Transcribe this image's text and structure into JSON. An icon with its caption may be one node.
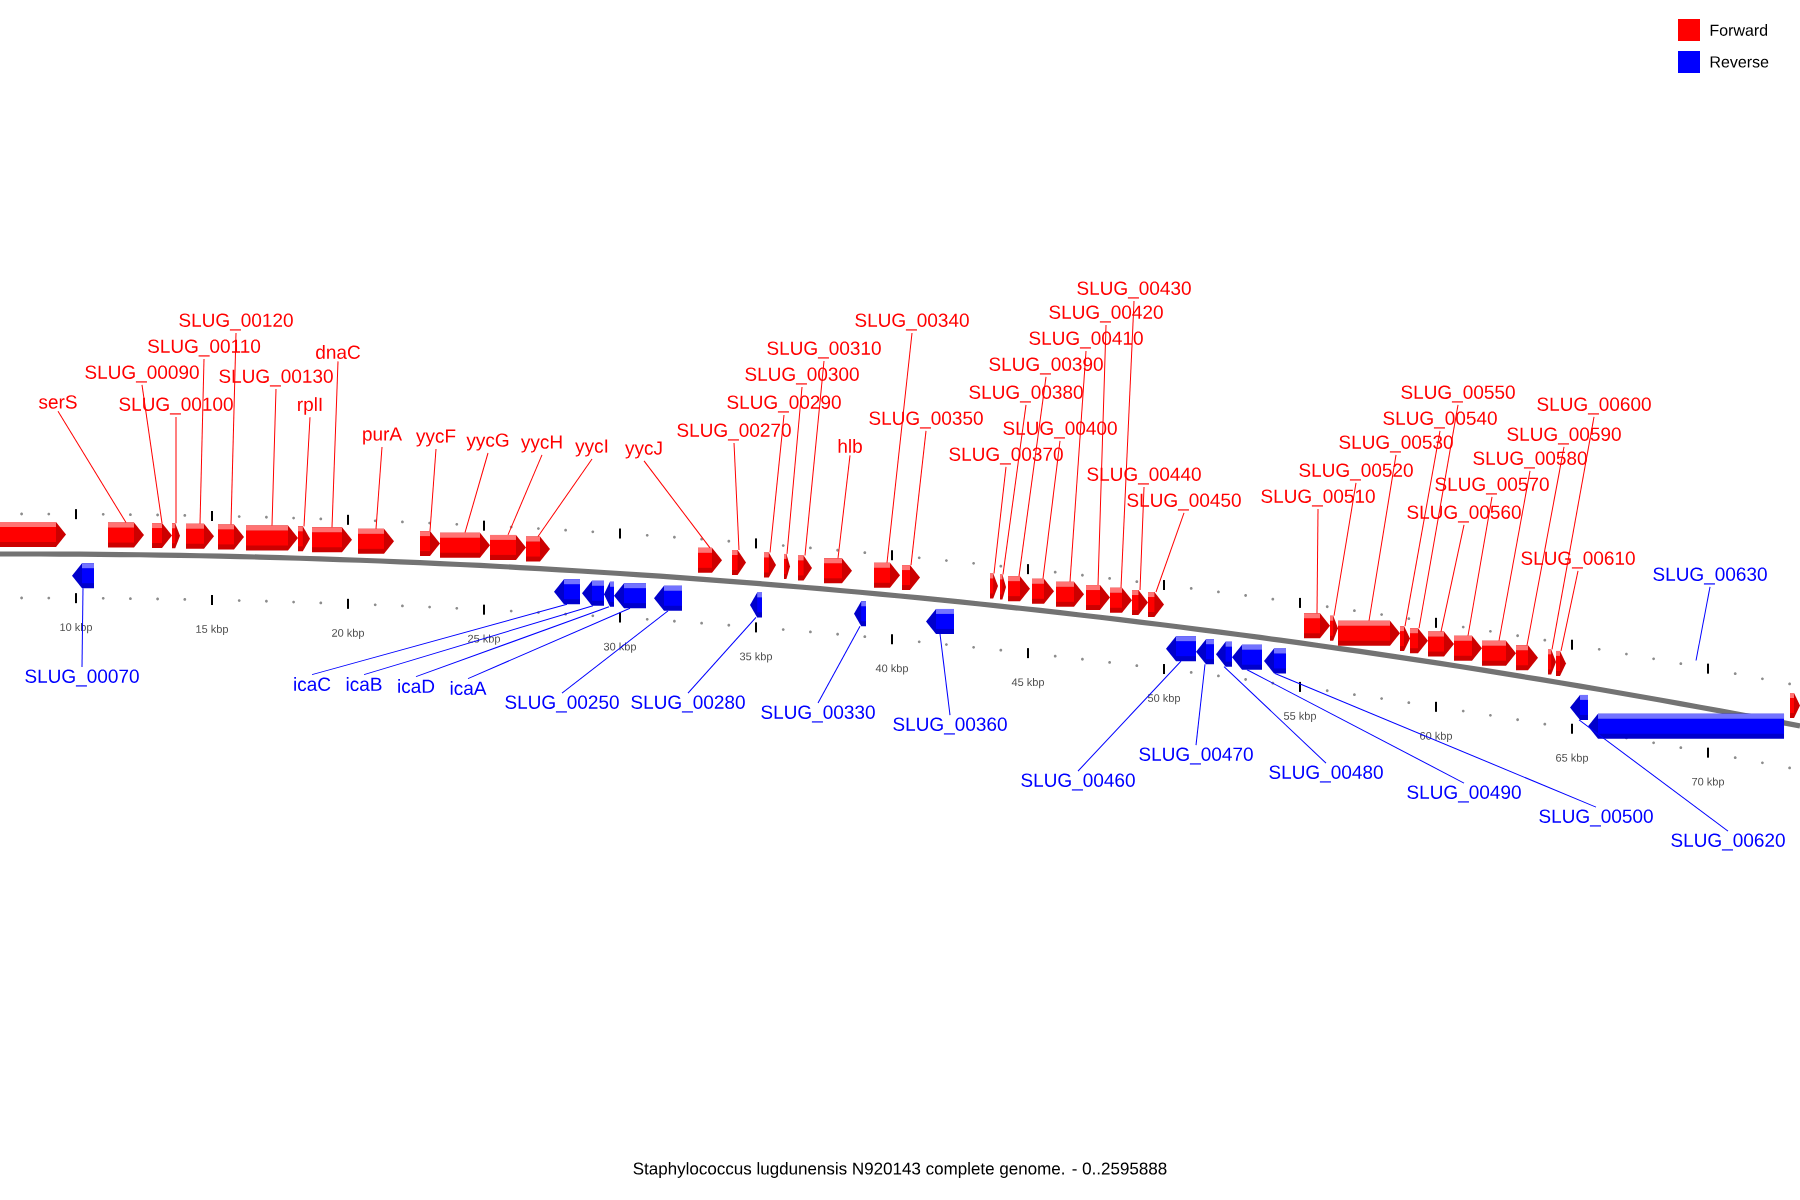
{
  "diagram": {
    "caption": "Staphylococcus lugdunensis N920143 complete genome. - 0..2595888",
    "nodes": [
      {
        "text": [
          "serS"
        ]
      },
      {
        "text": [
          "SLUG_00090"
        ]
      },
      {
        "text": [
          "SLUG_00100"
        ]
      },
      {
        "text": [
          "SLUG_00110"
        ]
      },
      {
        "text": [
          "SLUG_00120"
        ]
      },
      {
        "text": [
          "SLUG_00130"
        ]
      },
      {
        "text": [
          "rplI"
        ]
      },
      {
        "text": [
          "dnaC"
        ]
      },
      {
        "text": [
          "purA"
        ]
      },
      {
        "text": [
          "yycF"
        ]
      },
      {
        "text": [
          "yycG"
        ]
      },
      {
        "text": [
          "yycH"
        ]
      },
      {
        "text": [
          "yycI"
        ]
      },
      {
        "text": [
          "yycJ"
        ]
      },
      {
        "text": [
          "SLUG_00270"
        ]
      },
      {
        "text": [
          "SLUG_00290"
        ]
      },
      {
        "text": [
          "SLUG_00300"
        ]
      },
      {
        "text": [
          "SLUG_00310"
        ]
      },
      {
        "text": [
          "hlb"
        ]
      },
      {
        "text": [
          "SLUG_00340"
        ]
      },
      {
        "text": [
          "SLUG_00350"
        ]
      },
      {
        "text": [
          "SLUG_00370"
        ]
      },
      {
        "text": [
          "SLUG_00380"
        ]
      },
      {
        "text": [
          "SLUG_00390"
        ]
      },
      {
        "text": [
          "SLUG_00400"
        ]
      },
      {
        "text": [
          "SLUG_00410"
        ]
      },
      {
        "text": [
          "SLUG_00420"
        ]
      },
      {
        "text": [
          "SLUG_00430"
        ]
      },
      {
        "text": [
          "SLUG_00440"
        ]
      },
      {
        "text": [
          "SLUG_00450"
        ]
      },
      {
        "text": [
          "SLUG_00510"
        ]
      },
      {
        "text": [
          "SLUG_00520"
        ]
      },
      {
        "text": [
          "SLUG_00530"
        ]
      },
      {
        "text": [
          "SLUG_00540"
        ]
      },
      {
        "text": [
          "SLUG_00550"
        ]
      },
      {
        "text": [
          "SLUG_00560"
        ]
      },
      {
        "text": [
          "SLUG_00570"
        ]
      },
      {
        "text": [
          "SLUG_00580"
        ]
      },
      {
        "text": [
          "SLUG_00590"
        ]
      },
      {
        "text": [
          "SLUG_00600"
        ]
      },
      {
        "text": [
          "SLUG_00610"
        ]
      },
      {
        "text": [
          "SLUG_00630"
        ]
      },
      {
        "text": [
          "SLUG_00070"
        ]
      },
      {
        "text": [
          "icaC"
        ]
      },
      {
        "text": [
          "icaB"
        ]
      },
      {
        "text": [
          "icaD"
        ]
      },
      {
        "text": [
          "icaA"
        ]
      },
      {
        "text": [
          "SLUG_00250"
        ]
      },
      {
        "text": [
          "SLUG_00280"
        ]
      },
      {
        "text": [
          "SLUG_00330"
        ]
      },
      {
        "text": [
          "SLUG_00360"
        ]
      },
      {
        "text": [
          "SLUG_00460"
        ]
      },
      {
        "text": [
          "SLUG_00470"
        ]
      },
      {
        "text": [
          "SLUG_00480"
        ]
      },
      {
        "text": [
          "SLUG_00490"
        ]
      },
      {
        "text": [
          "SLUG_00500"
        ]
      },
      {
        "text": [
          "SLUG_00620"
        ]
      },
      {
        "text": [],
        "shape": "arrow"
      },
      {
        "text": [],
        "shape": "arrow"
      },
      {
        "text": [],
        "shape": "arrow"
      },
      {
        "text": [],
        "shape": "arrow"
      },
      {
        "text": [],
        "shape": "arrow"
      },
      {
        "text": [],
        "shape": "arrow"
      },
      {
        "text": [],
        "shape": "arrow"
      },
      {
        "text": [],
        "shape": "arrow"
      },
      {
        "text": [],
        "shape": "arrow"
      },
      {
        "text": [],
        "shape": "arrow"
      },
      {
        "text": [],
        "shape": "arrow"
      },
      {
        "text": [],
        "shape": "arrow"
      },
      {
        "text": [],
        "shape": "arrow"
      },
      {
        "text": [],
        "shape": "arrow"
      },
      {
        "text": [],
        "shape": "arrow"
      },
      {
        "text": [],
        "shape": "arrow"
      },
      {
        "text": [],
        "shape": "arrow"
      },
      {
        "text": [],
        "shape": "arrow"
      },
      {
        "text": [],
        "shape": "arrow"
      },
      {
        "text": [],
        "shape": "arrow"
      },
      {
        "text": [],
        "shape": "arrow"
      },
      {
        "text": [],
        "shape": "arrow"
      },
      {
        "text": [],
        "shape": "arrow"
      },
      {
        "text": [],
        "shape": "arrow"
      },
      {
        "text": [],
        "shape": "arrow"
      },
      {
        "text": [],
        "shape": "arrow"
      },
      {
        "text": [],
        "shape": "arrow"
      },
      {
        "text": [],
        "shape": "arrow"
      },
      {
        "text": [],
        "shape": "arrow"
      },
      {
        "text": [],
        "shape": "arrow"
      },
      {
        "text": [],
        "shape": "arrow"
      },
      {
        "text": [],
        "shape": "arrow"
      },
      {
        "text": [],
        "shape": "arrow"
      },
      {
        "text": [],
        "shape": "arrow"
      },
      {
        "text": [],
        "shape": "arrow"
      },
      {
        "text": [],
        "shape": "arrow"
      },
      {
        "text": [],
        "shape": "arrow"
      },
      {
        "text": [],
        "shape": "arrow"
      },
      {
        "text": [],
        "shape": "arrow"
      },
      {
        "text": [],
        "shape": "arrow"
      },
      {
        "text": [],
        "shape": "arrow"
      },
      {
        "text": [],
        "shape": "arrow"
      },
      {
        "text": [],
        "shape": "arrow"
      },
      {
        "text": [],
        "shape": "arrow"
      },
      {
        "text": [],
        "shape": "arrow"
      },
      {
        "text": [],
        "shape": "arrow"
      },
      {
        "text": [],
        "shape": "arrow"
      },
      {
        "text": [],
        "shape": "arrow"
      },
      {
        "text": [],
        "shape": "arrow"
      },
      {
        "text": [],
        "shape": "arrow"
      },
      {
        "text": [],
        "shape": "arrow"
      },
      {
        "text": [],
        "shape": "arrow"
      },
      {
        "text": [],
        "shape": "arrow"
      },
      {
        "text": [],
        "shape": "arrow"
      },
      {
        "text": [],
        "shape": "arrow"
      },
      {
        "text": [],
        "shape": "arrow"
      },
      {
        "text": [],
        "shape": "arrow"
      },
      {
        "text": [],
        "shape": "arrow"
      },
      {
        "text": [],
        "shape": "arrow"
      }
    ],
    "edges": [
      {
        "from": 0,
        "to": 59,
        "arrow": "none"
      },
      {
        "from": 1,
        "to": 60,
        "arrow": "none"
      },
      {
        "from": 2,
        "to": 61,
        "arrow": "none"
      },
      {
        "from": 3,
        "to": 62,
        "arrow": "none"
      },
      {
        "from": 4,
        "to": 63,
        "arrow": "none"
      },
      {
        "from": 5,
        "to": 64,
        "arrow": "none"
      },
      {
        "from": 6,
        "to": 65,
        "arrow": "none"
      },
      {
        "from": 7,
        "to": 66,
        "arrow": "none"
      },
      {
        "from": 8,
        "to": 67,
        "arrow": "none"
      },
      {
        "from": 9,
        "to": 68,
        "arrow": "none"
      },
      {
        "from": 10,
        "to": 69,
        "arrow": "none"
      },
      {
        "from": 11,
        "to": 70,
        "arrow": "none"
      },
      {
        "from": 12,
        "to": 71,
        "arrow": "none"
      },
      {
        "from": 13,
        "to": 77,
        "arrow": "none"
      },
      {
        "from": 14,
        "to": 78,
        "arrow": "none"
      },
      {
        "from": 15,
        "to": 80,
        "arrow": "none"
      },
      {
        "from": 16,
        "to": 81,
        "arrow": "none"
      },
      {
        "from": 17,
        "to": 82,
        "arrow": "none"
      },
      {
        "from": 18,
        "to": 83,
        "arrow": "none"
      },
      {
        "from": 19,
        "to": 85,
        "arrow": "none"
      },
      {
        "from": 20,
        "to": 86,
        "arrow": "none"
      },
      {
        "from": 21,
        "to": 88,
        "arrow": "none"
      },
      {
        "from": 22,
        "to": 89,
        "arrow": "none"
      },
      {
        "from": 23,
        "to": 90,
        "arrow": "none"
      },
      {
        "from": 24,
        "to": 91,
        "arrow": "none"
      },
      {
        "from": 25,
        "to": 92,
        "arrow": "none"
      },
      {
        "from": 26,
        "to": 93,
        "arrow": "none"
      },
      {
        "from": 27,
        "to": 94,
        "arrow": "none"
      },
      {
        "from": 28,
        "to": 95,
        "arrow": "none"
      },
      {
        "from": 29,
        "to": 96,
        "arrow": "none"
      },
      {
        "from": 30,
        "to": 102,
        "arrow": "none"
      },
      {
        "from": 31,
        "to": 103,
        "arrow": "none"
      },
      {
        "from": 32,
        "to": 104,
        "arrow": "none"
      },
      {
        "from": 33,
        "to": 105,
        "arrow": "none"
      },
      {
        "from": 34,
        "to": 106,
        "arrow": "none"
      },
      {
        "from": 35,
        "to": 107,
        "arrow": "none"
      },
      {
        "from": 36,
        "to": 108,
        "arrow": "none"
      },
      {
        "from": 37,
        "to": 109,
        "arrow": "none"
      },
      {
        "from": 38,
        "to": 110,
        "arrow": "none"
      },
      {
        "from": 39,
        "to": 111,
        "arrow": "none"
      },
      {
        "from": 40,
        "to": 112,
        "arrow": "none"
      },
      {
        "from": 41,
        "to": null,
        "arrow": "none",
        "color": "#0000ff"
      },
      {
        "from": 42,
        "to": 58,
        "arrow": "none",
        "color": "#0000ff"
      },
      {
        "from": 43,
        "to": 72,
        "arrow": "none",
        "color": "#0000ff"
      },
      {
        "from": 44,
        "to": 73,
        "arrow": "none",
        "color": "#0000ff"
      },
      {
        "from": 45,
        "to": 74,
        "arrow": "none",
        "color": "#0000ff"
      },
      {
        "from": 46,
        "to": 75,
        "arrow": "none",
        "color": "#0000ff"
      },
      {
        "from": 47,
        "to": 76,
        "arrow": "none",
        "color": "#0000ff"
      },
      {
        "from": 48,
        "to": 79,
        "arrow": "none",
        "color": "#0000ff"
      },
      {
        "from": 49,
        "to": 84,
        "arrow": "none",
        "color": "#0000ff"
      },
      {
        "from": 50,
        "to": 87,
        "arrow": "none",
        "color": "#0000ff"
      },
      {
        "from": 51,
        "to": 97,
        "arrow": "none",
        "color": "#0000ff"
      },
      {
        "from": 52,
        "to": 98,
        "arrow": "none",
        "color": "#0000ff"
      },
      {
        "from": 53,
        "to": 99,
        "arrow": "none",
        "color": "#0000ff"
      },
      {
        "from": 54,
        "to": 100,
        "arrow": "none",
        "color": "#0000ff"
      },
      {
        "from": 55,
        "to": 101,
        "arrow": "none",
        "color": "#0000ff"
      },
      {
        "from": 56,
        "to": 113,
        "arrow": "none",
        "color": "#0000ff"
      }
    ],
    "labels": [
      "10 kbp",
      "15 kbp",
      "20 kbp",
      "25 kbp",
      "30 kbp",
      "35 kbp",
      "40 kbp",
      "45 kbp",
      "50 kbp",
      "55 kbp",
      "60 kbp",
      "65 kbp",
      "70 kbp"
    ],
    "legend": [
      {
        "text": "Forward",
        "color": "#ff0000"
      },
      {
        "text": "Reverse",
        "color": "#0000ff"
      }
    ]
  }
}
